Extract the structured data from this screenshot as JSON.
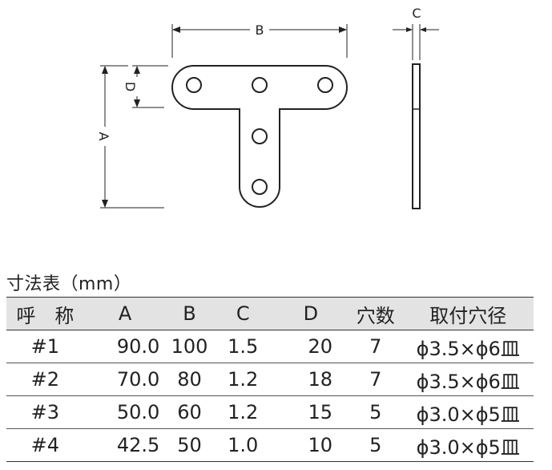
{
  "labels": {
    "b": "B",
    "c": "C",
    "d": "D",
    "a": "A"
  },
  "table": {
    "title": "寸法表（mm）",
    "headers": {
      "name": "呼　称",
      "a": "A",
      "b": "B",
      "c": "C",
      "d": "D",
      "holes": "穴数",
      "screw": "取付穴径"
    },
    "rows": [
      {
        "name": "#1",
        "a": "90.0",
        "b": "100",
        "c": "1.5",
        "d": "20",
        "holes": "7",
        "screw": "ϕ3.5×ϕ6皿"
      },
      {
        "name": "#2",
        "a": "70.0",
        "b": "80",
        "c": "1.2",
        "d": "18",
        "holes": "7",
        "screw": "ϕ3.5×ϕ6皿"
      },
      {
        "name": "#3",
        "a": "50.0",
        "b": "60",
        "c": "1.2",
        "d": "15",
        "holes": "5",
        "screw": "ϕ3.0×ϕ5皿"
      },
      {
        "name": "#4",
        "a": "42.5",
        "b": "50",
        "c": "1.0",
        "d": "10",
        "holes": "5",
        "screw": "ϕ3.0×ϕ5皿"
      }
    ]
  }
}
